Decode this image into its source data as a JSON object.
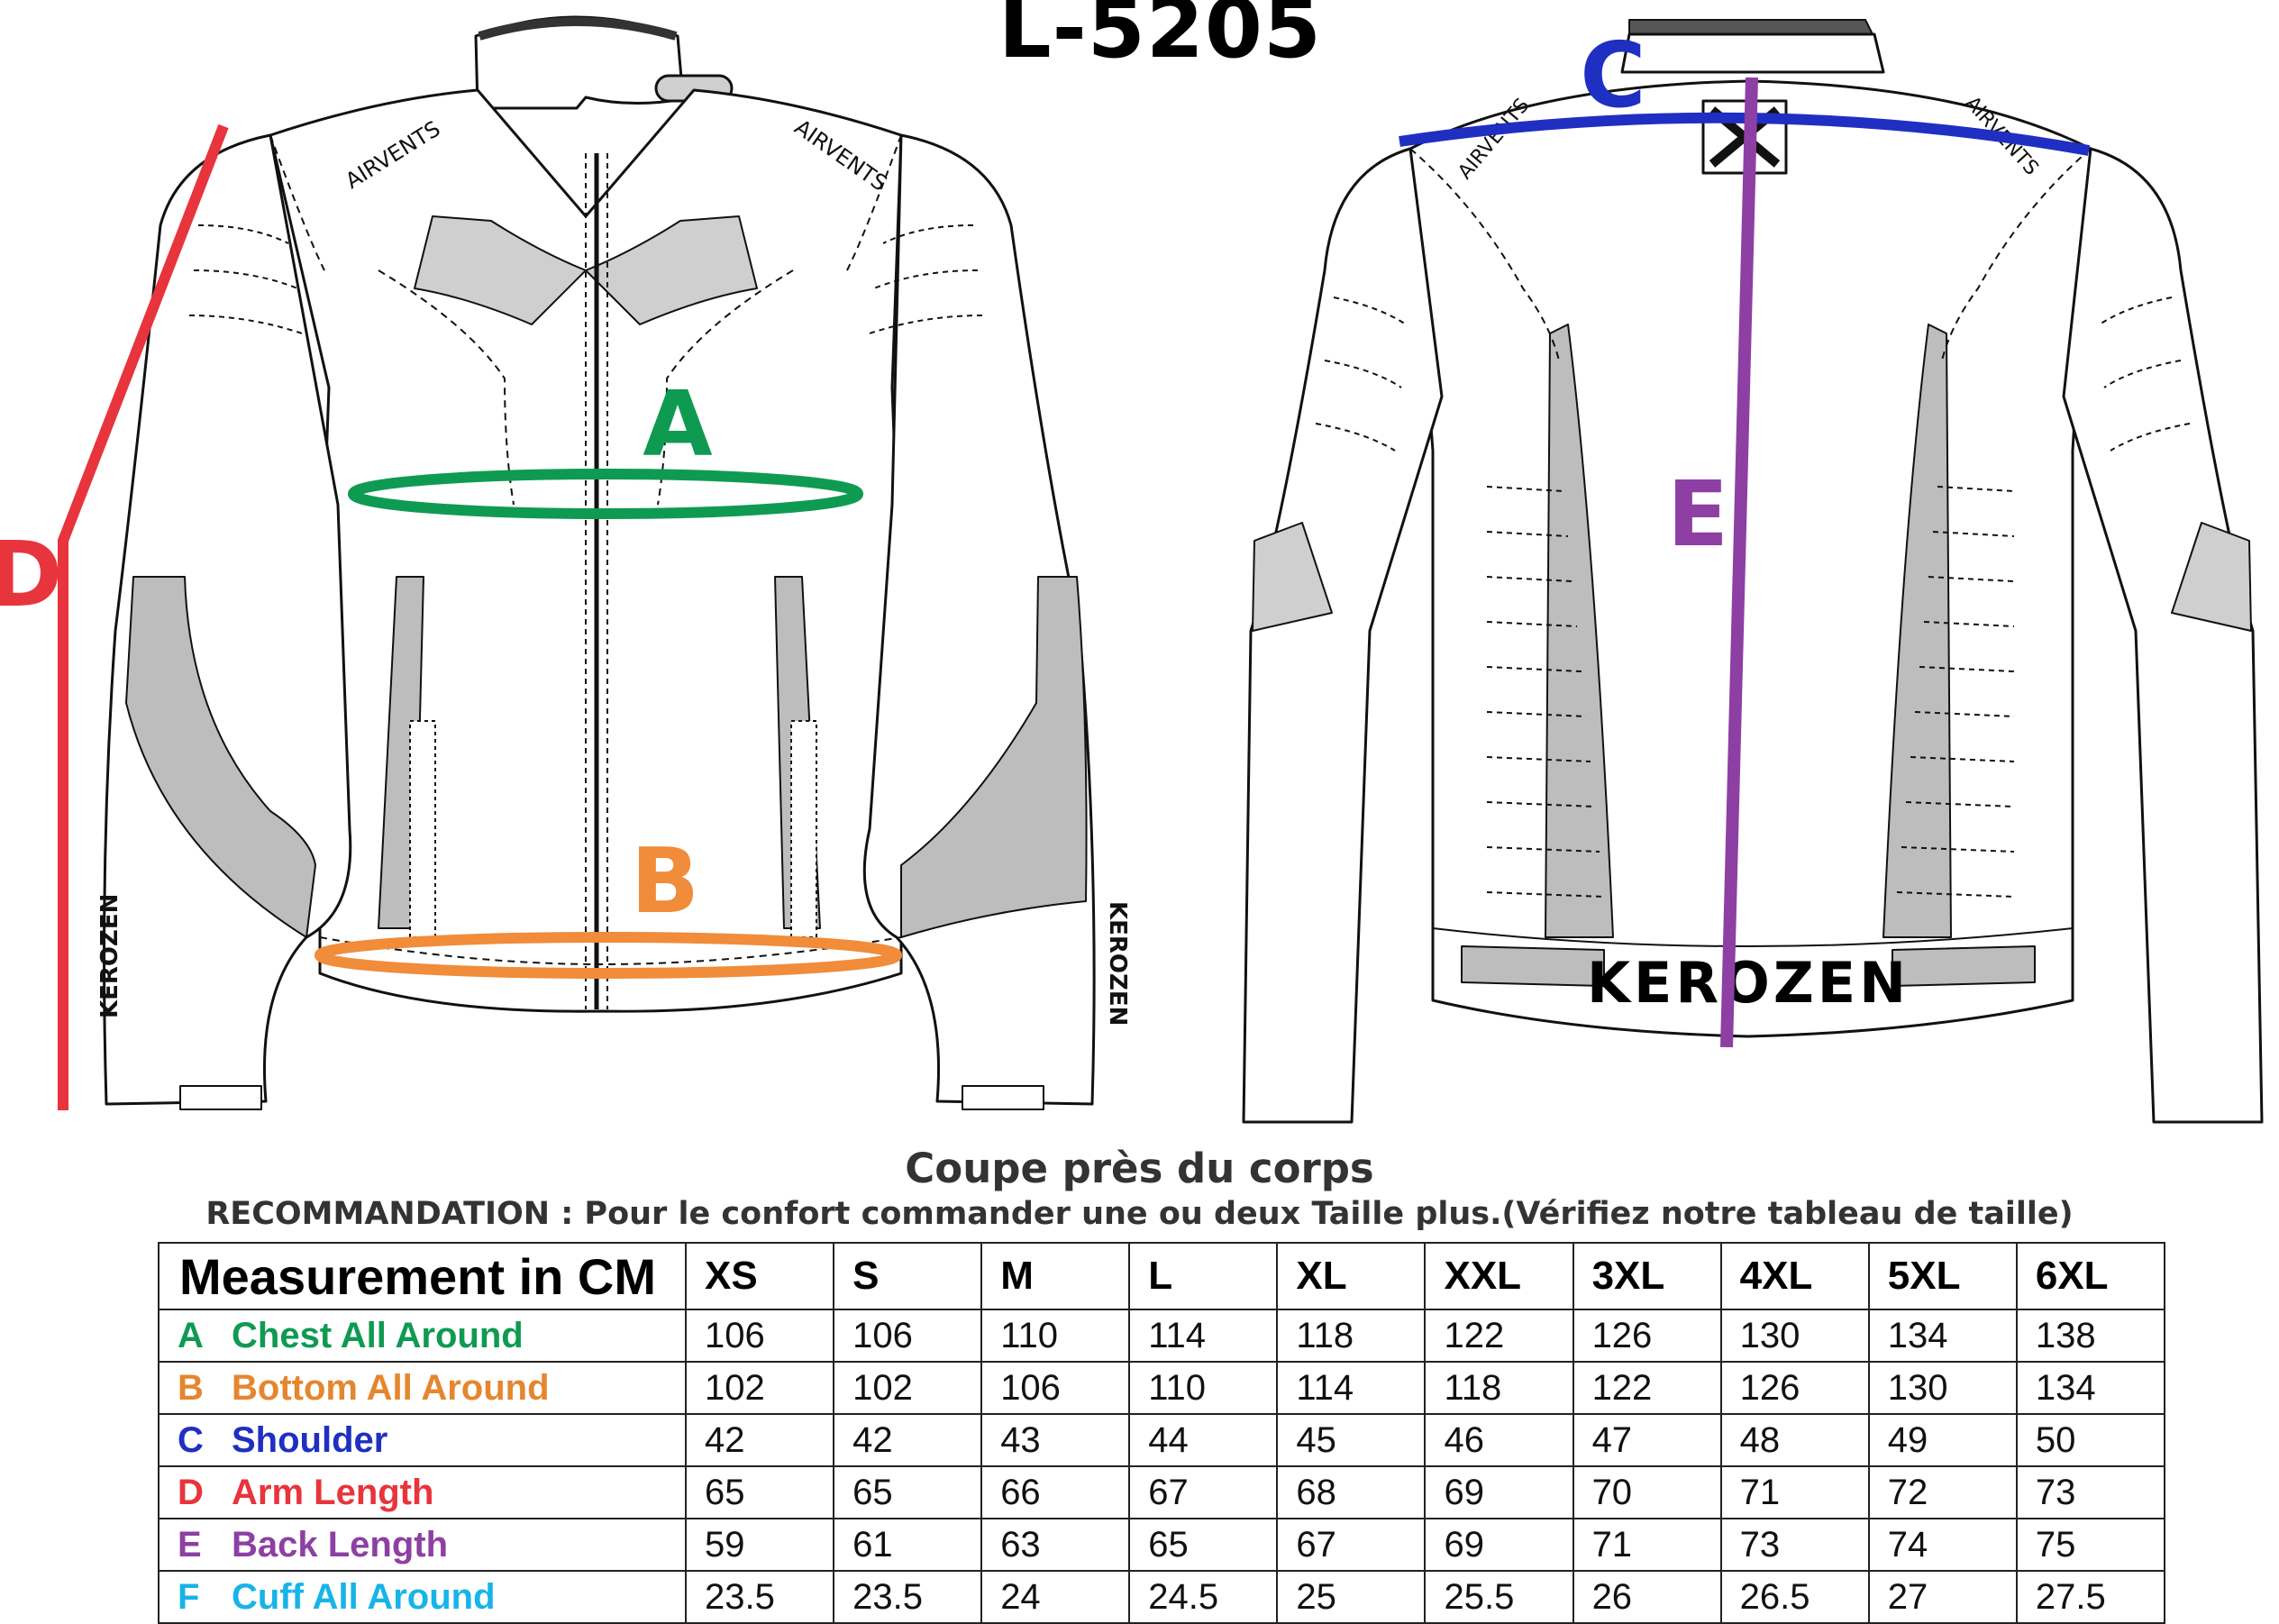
{
  "model": "L-5205",
  "fit_title": "Coupe près du corps",
  "recommendation": "RECOMMANDATION : Pour le confort  commander  une ou deux Taille plus.(Vérifiez notre tableau de taille)",
  "drawing": {
    "front_labels": {
      "airvents_left": "AIRVENTS",
      "airvents_right": "AIRVENTS",
      "brand_left": "KEROZEN",
      "brand_right": "KEROZEN"
    },
    "back_labels": {
      "airvents_left": "AIRVENTS",
      "airvents_right": "AIRVENTS",
      "brand": "KEROZEN"
    },
    "markers": {
      "a": "A",
      "b": "B",
      "c": "C",
      "d": "D",
      "e": "E"
    }
  },
  "colors": {
    "chest": "#0f9a52",
    "bottom": "#f08c3a",
    "shoulder": "#1f2fc2",
    "arm": "#e8343c",
    "back": "#8d3fa3",
    "cuff": "#17b4e8"
  },
  "table": {
    "header_label": "Measurement in CM",
    "sizes": [
      "XS",
      "S",
      "M",
      "L",
      "XL",
      "XXL",
      "3XL",
      "4XL",
      "5XL",
      "6XL"
    ],
    "rows": [
      {
        "letter": "A",
        "label": "Chest All Around",
        "color": "#0f9a52",
        "values": [
          "106",
          "106",
          "110",
          "114",
          "118",
          "122",
          "126",
          "130",
          "134",
          "138"
        ]
      },
      {
        "letter": "B",
        "label": "Bottom All Around",
        "color": "#e5862f",
        "values": [
          "102",
          "102",
          "106",
          "110",
          "114",
          "118",
          "122",
          "126",
          "130",
          "134"
        ]
      },
      {
        "letter": "C",
        "label": "Shoulder",
        "color": "#1f2fc2",
        "values": [
          "42",
          "42",
          "43",
          "44",
          "45",
          "46",
          "47",
          "48",
          "49",
          "50"
        ]
      },
      {
        "letter": "D",
        "label": "Arm Length",
        "color": "#e8343c",
        "values": [
          "65",
          "65",
          "66",
          "67",
          "68",
          "69",
          "70",
          "71",
          "72",
          "73"
        ]
      },
      {
        "letter": "E",
        "label": "Back Length",
        "color": "#8d3fa3",
        "values": [
          "59",
          "61",
          "63",
          "65",
          "67",
          "69",
          "71",
          "73",
          "74",
          "75"
        ]
      },
      {
        "letter": "F",
        "label": "Cuff All Around",
        "color": "#17b4e8",
        "values": [
          "23.5",
          "23.5",
          "24",
          "24.5",
          "25",
          "25.5",
          "26",
          "26.5",
          "27",
          "27.5"
        ]
      }
    ]
  }
}
